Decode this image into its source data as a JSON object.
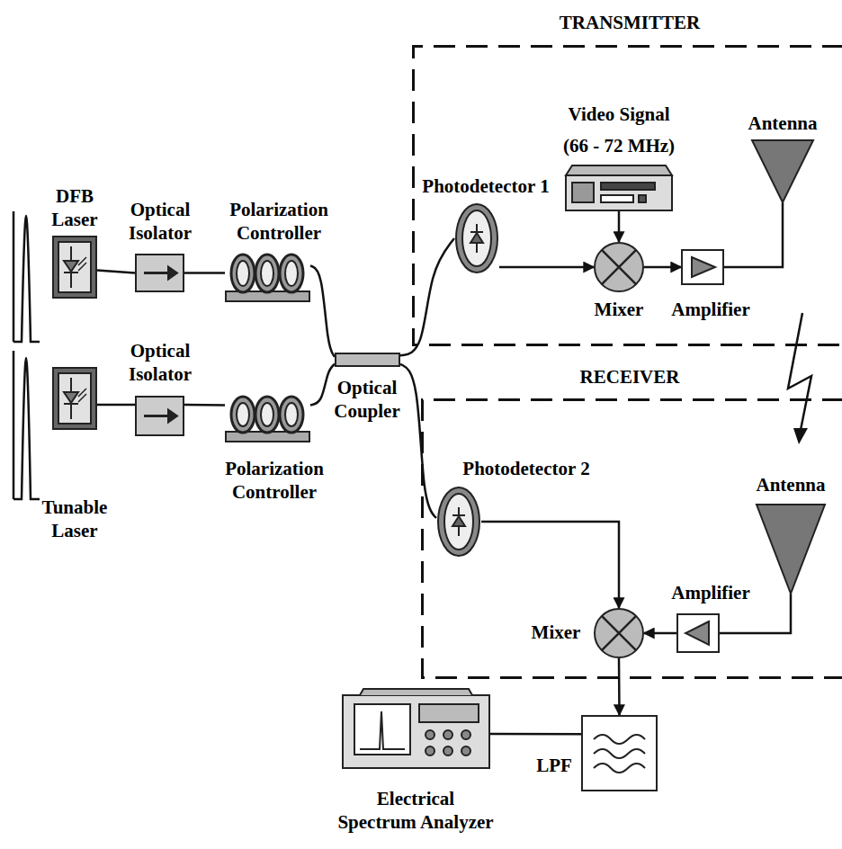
{
  "diagram": {
    "nodes": [
      {
        "text": [
          "DFB Laser"
        ]
      },
      {
        "text": [
          "Tunable Laser"
        ]
      },
      {
        "text": [
          "Optical Isolator"
        ]
      },
      {
        "text": [
          "Optical Isolator"
        ]
      },
      {
        "text": [
          "Polarization Controller"
        ]
      },
      {
        "text": [
          "Polarization Controller"
        ]
      },
      {
        "text": [
          "Optical Coupler"
        ]
      },
      {
        "text": [
          "TRANSMITTER"
        ]
      },
      {
        "text": [
          "Video Signal",
          "(66 - 72 MHz)"
        ],
        "in": 7
      },
      {
        "text": [
          "Photodetector 1"
        ],
        "in": 7
      },
      {
        "text": [
          "Mixer"
        ],
        "in": 7
      },
      {
        "text": [
          "Amplifier"
        ],
        "in": 7
      },
      {
        "text": [
          "Antenna"
        ],
        "in": 7
      },
      {
        "text": [
          "RECEIVER"
        ]
      },
      {
        "text": [
          "Photodetector 2"
        ],
        "in": 13
      },
      {
        "text": [
          "Antenna"
        ],
        "in": 13
      },
      {
        "text": [
          "Amplifier"
        ],
        "in": 13
      },
      {
        "text": [
          "Mixer"
        ],
        "in": 13
      },
      {
        "text": [
          "LPF"
        ]
      },
      {
        "text": [
          "Electrical Spectrum Analyzer"
        ]
      }
    ],
    "edges": [
      {
        "from": 0,
        "to": 2,
        "arrow": "none"
      },
      {
        "from": 2,
        "to": 4,
        "arrow": "none"
      },
      {
        "from": 4,
        "to": 6,
        "arrow": "none"
      },
      {
        "from": 1,
        "to": 3,
        "arrow": "none"
      },
      {
        "from": 3,
        "to": 5,
        "arrow": "none"
      },
      {
        "from": 5,
        "to": 6,
        "arrow": "none"
      },
      {
        "from": 6,
        "to": 9,
        "arrow": "none"
      },
      {
        "from": 6,
        "to": 14,
        "arrow": "none"
      },
      {
        "from": 8,
        "to": 10,
        "arrow": "to"
      },
      {
        "from": 9,
        "to": 10,
        "arrow": "to"
      },
      {
        "from": 10,
        "to": 11,
        "arrow": "to"
      },
      {
        "from": 11,
        "to": 12,
        "arrow": "none"
      },
      {
        "from": 16,
        "to": 17,
        "arrow": "to"
      },
      {
        "from": 15,
        "to": 16,
        "arrow": "none"
      },
      {
        "from": 14,
        "to": 17,
        "arrow": "to"
      },
      {
        "from": 17,
        "to": 18,
        "arrow": "to"
      },
      {
        "from": 18,
        "to": 19,
        "arrow": "none"
      }
    ]
  }
}
